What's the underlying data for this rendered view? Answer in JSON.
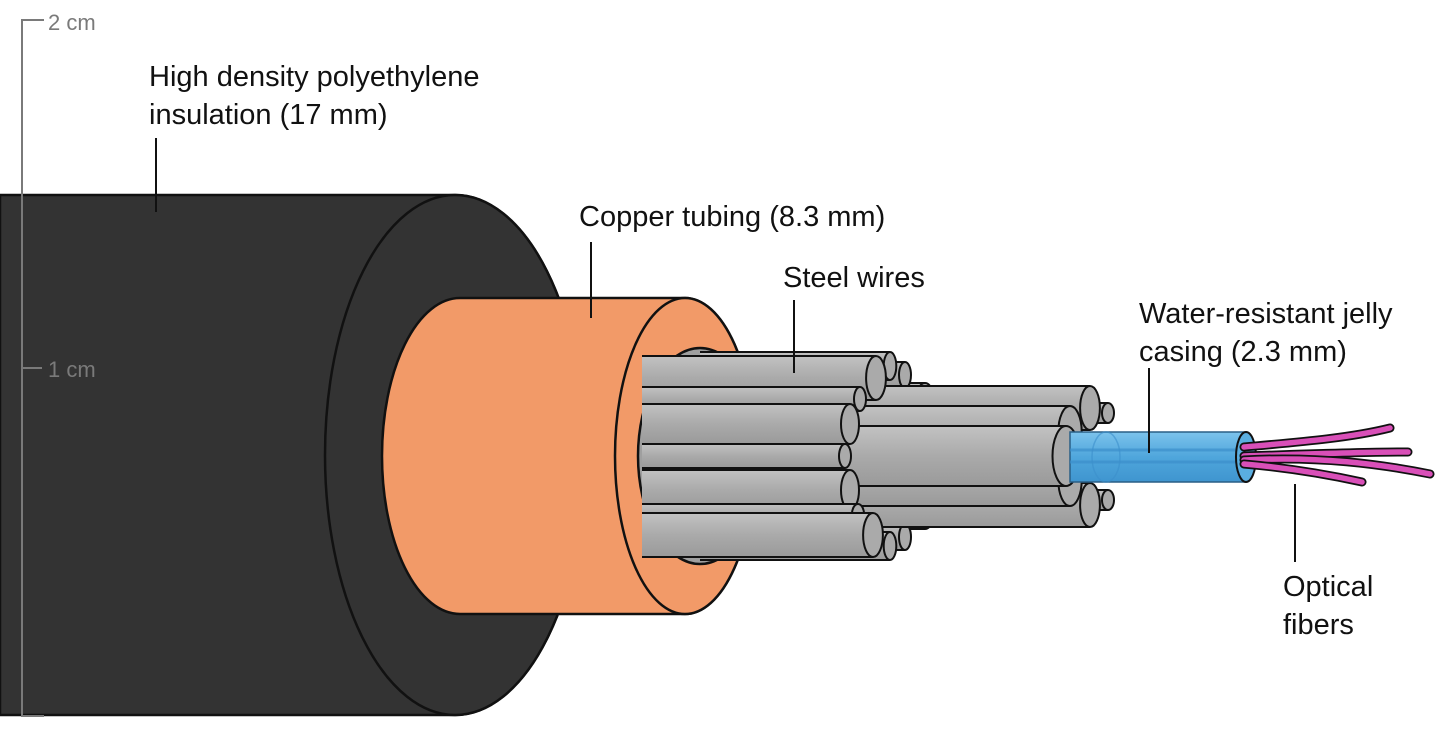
{
  "diagram": {
    "title": "Submarine fiber optic cable cross-section",
    "scale": {
      "ticks": [
        {
          "label": "2 cm"
        },
        {
          "label": "1 cm"
        }
      ]
    },
    "layers": [
      {
        "id": "insulation",
        "label_lines": [
          "High density polyethylene",
          "insulation (17 mm)"
        ],
        "name": "High density polyethylene insulation",
        "diameter_mm": 17,
        "color": "#333333"
      },
      {
        "id": "copper",
        "label_lines": [
          "Copper tubing (8.3 mm)"
        ],
        "name": "Copper tubing",
        "diameter_mm": 8.3,
        "color": "#f29a68"
      },
      {
        "id": "steel",
        "label_lines": [
          "Steel wires"
        ],
        "name": "Steel wires",
        "color": "#b4b4b4"
      },
      {
        "id": "jelly",
        "label_lines": [
          "Water-resistant jelly",
          "casing (2.3 mm)"
        ],
        "name": "Water-resistant jelly casing",
        "diameter_mm": 2.3,
        "color": "#5aaee0"
      },
      {
        "id": "fibers",
        "label_lines": [
          "Optical",
          "fibers"
        ],
        "name": "Optical fibers",
        "color": "#d94fb8"
      }
    ]
  }
}
